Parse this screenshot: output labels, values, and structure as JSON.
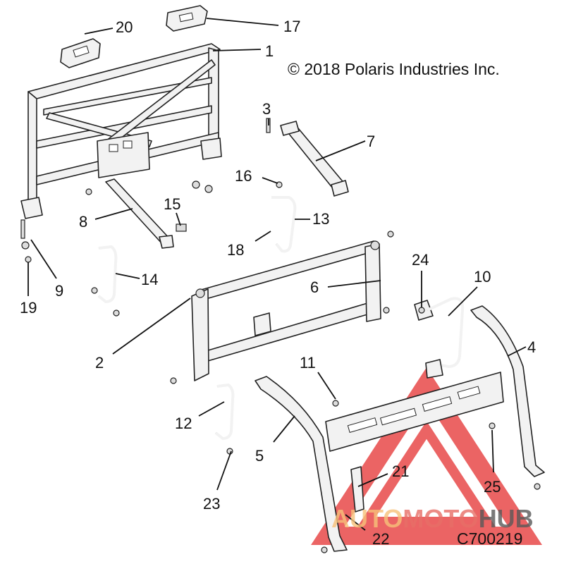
{
  "copyright": "© 2018 Polaris Industries Inc.",
  "diagram_code": "C700219",
  "watermark": {
    "part1": "AUTO",
    "part2": "MOTO",
    "part3": "HUB",
    "colors": {
      "auto": "#f7c27a",
      "moto": "#e86f67",
      "hub": "#5a5a5a",
      "triangle": "#e84a4a"
    }
  },
  "callouts": [
    {
      "num": "1"
    },
    {
      "num": "2"
    },
    {
      "num": "3"
    },
    {
      "num": "4"
    },
    {
      "num": "5"
    },
    {
      "num": "6"
    },
    {
      "num": "7"
    },
    {
      "num": "8"
    },
    {
      "num": "9"
    },
    {
      "num": "10"
    },
    {
      "num": "11"
    },
    {
      "num": "12"
    },
    {
      "num": "13"
    },
    {
      "num": "14"
    },
    {
      "num": "15"
    },
    {
      "num": "16"
    },
    {
      "num": "17"
    },
    {
      "num": "18"
    },
    {
      "num": "19"
    },
    {
      "num": "20"
    },
    {
      "num": "21"
    },
    {
      "num": "22"
    },
    {
      "num": "23"
    },
    {
      "num": "24"
    },
    {
      "num": "25"
    }
  ]
}
